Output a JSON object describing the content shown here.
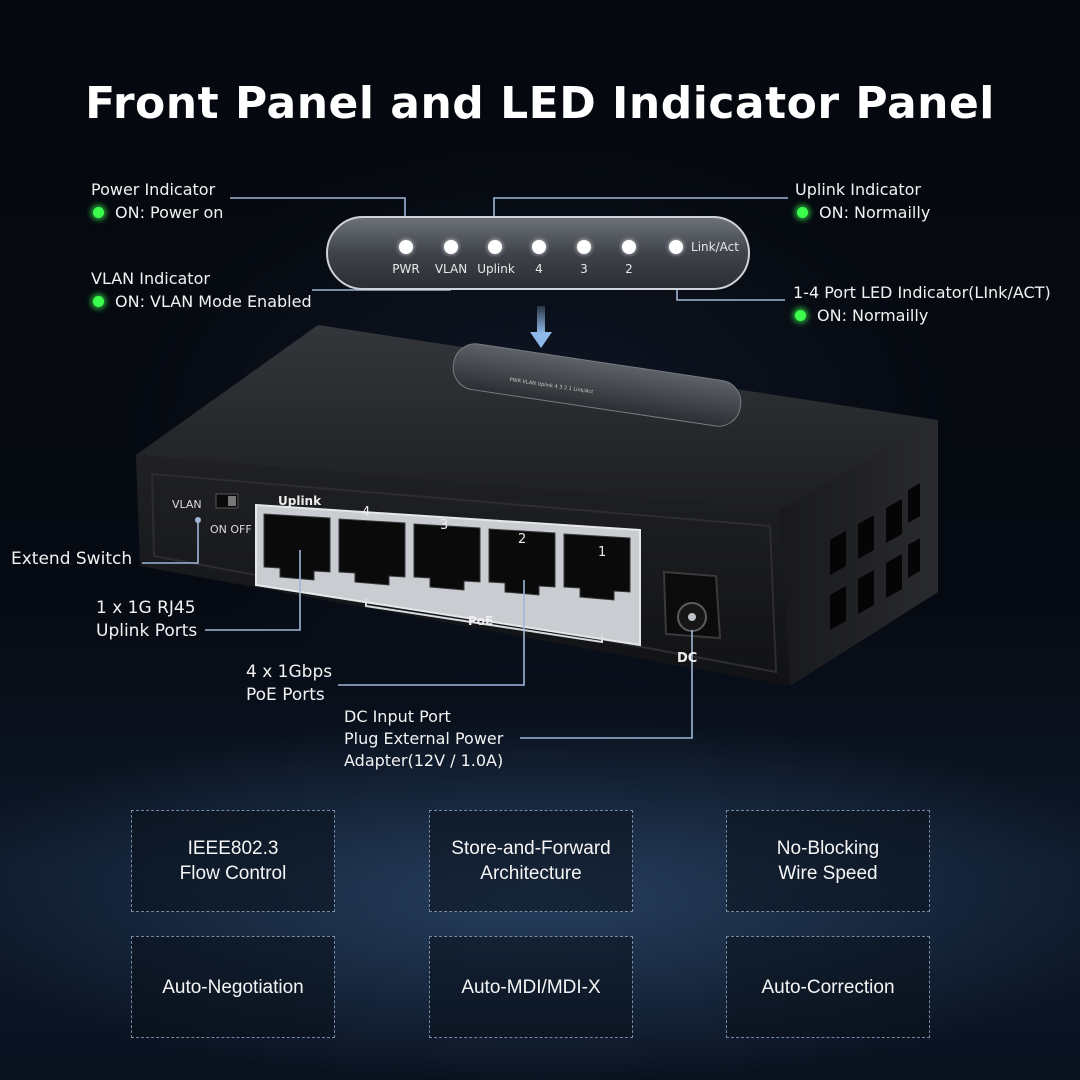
{
  "title": "Front Panel and LED Indicator Panel",
  "callouts": {
    "power": {
      "name": "Power Indicator",
      "state": "ON: Power on"
    },
    "vlan": {
      "name": "VLAN Indicator",
      "state": "ON: VLAN Mode Enabled"
    },
    "uplink": {
      "name": "Uplink Indicator",
      "state": "ON: Normailly"
    },
    "ports": {
      "name": "1-4 Port LED Indicator(LInk/ACT)",
      "state": "ON: Normailly"
    }
  },
  "led_panel": {
    "leds": [
      "PWR",
      "VLAN",
      "Uplink",
      "4",
      "3",
      "2",
      "Link/Act"
    ]
  },
  "device_labels": {
    "vlan_switch": "VLAN",
    "on_off": "ON OFF",
    "uplink": "Uplink",
    "port4": "4",
    "port3": "3",
    "port2": "2",
    "port1": "1",
    "poe": "PoE",
    "dc": "DC",
    "top_strip": "PWR  VLAN  Uplink  4  3  2  1  Link/Act"
  },
  "labels": {
    "extend_switch": "Extend Switch",
    "uplink_ports_1": "1 x 1G RJ45",
    "uplink_ports_2": "Uplink Ports",
    "poe_ports_1": "4 x 1Gbps",
    "poe_ports_2": "PoE Ports",
    "dc_1": "DC Input Port",
    "dc_2": "Plug External Power",
    "dc_3": "Adapter(12V / 1.0A)"
  },
  "features": [
    {
      "line1": "IEEE802.3",
      "line2": "Flow Control"
    },
    {
      "line1": "Store-and-Forward",
      "line2": "Architecture"
    },
    {
      "line1": "No-Blocking",
      "line2": "Wire Speed"
    },
    {
      "line1": "Auto-Negotiation",
      "line2": ""
    },
    {
      "line1": "Auto-MDI/MDI-X",
      "line2": ""
    },
    {
      "line1": "Auto-Correction",
      "line2": ""
    }
  ],
  "colors": {
    "led_on": "#3cff4e",
    "leader_line": "#9fb6d6",
    "device_body": "#1a1b1e"
  },
  "icons": [
    "down-arrow-icon",
    "green-led-icon"
  ]
}
